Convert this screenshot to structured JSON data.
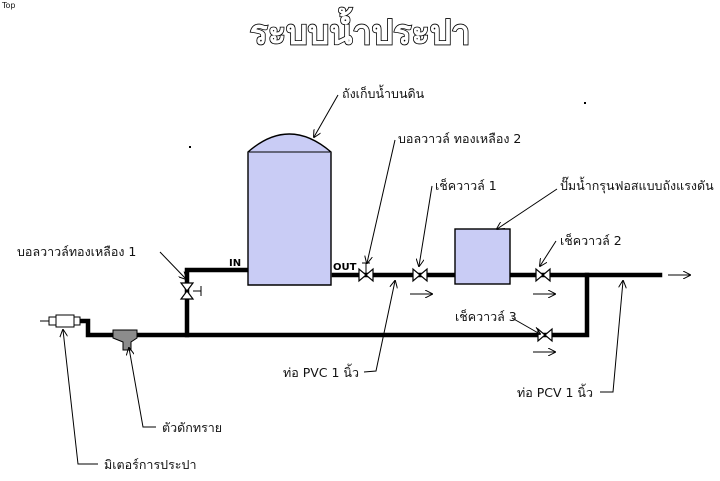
{
  "window": {
    "label": "Top"
  },
  "diagram": {
    "title": "ระบบน้ำประปา",
    "labels": {
      "tank": "ถังเก็บน้ำบนดิน",
      "float_valve_2": "บอลวาวล์ ทองเหลือง 2",
      "check_valve_1": "เช็ควาวล์ 1",
      "pump": "ปั๊มน้ำกรุนฟอสแบบถังแรงดัน",
      "check_valve_2": "เช็ควาวล์ 2",
      "float_valve_1": "บอลวาวล์ทองเหลือง 1",
      "check_valve_3": "เช็ควาวล์ 3",
      "pvc_pipe": "ท่อ PVC 1 นิ้ว",
      "pcv_pipe": "ท่อ PCV 1 นิ้ว",
      "sand_trap": "ตัวดักทราย",
      "water_meter": "มิเตอร์การประปา"
    },
    "tank_in": "IN",
    "tank_out": "OUT"
  }
}
